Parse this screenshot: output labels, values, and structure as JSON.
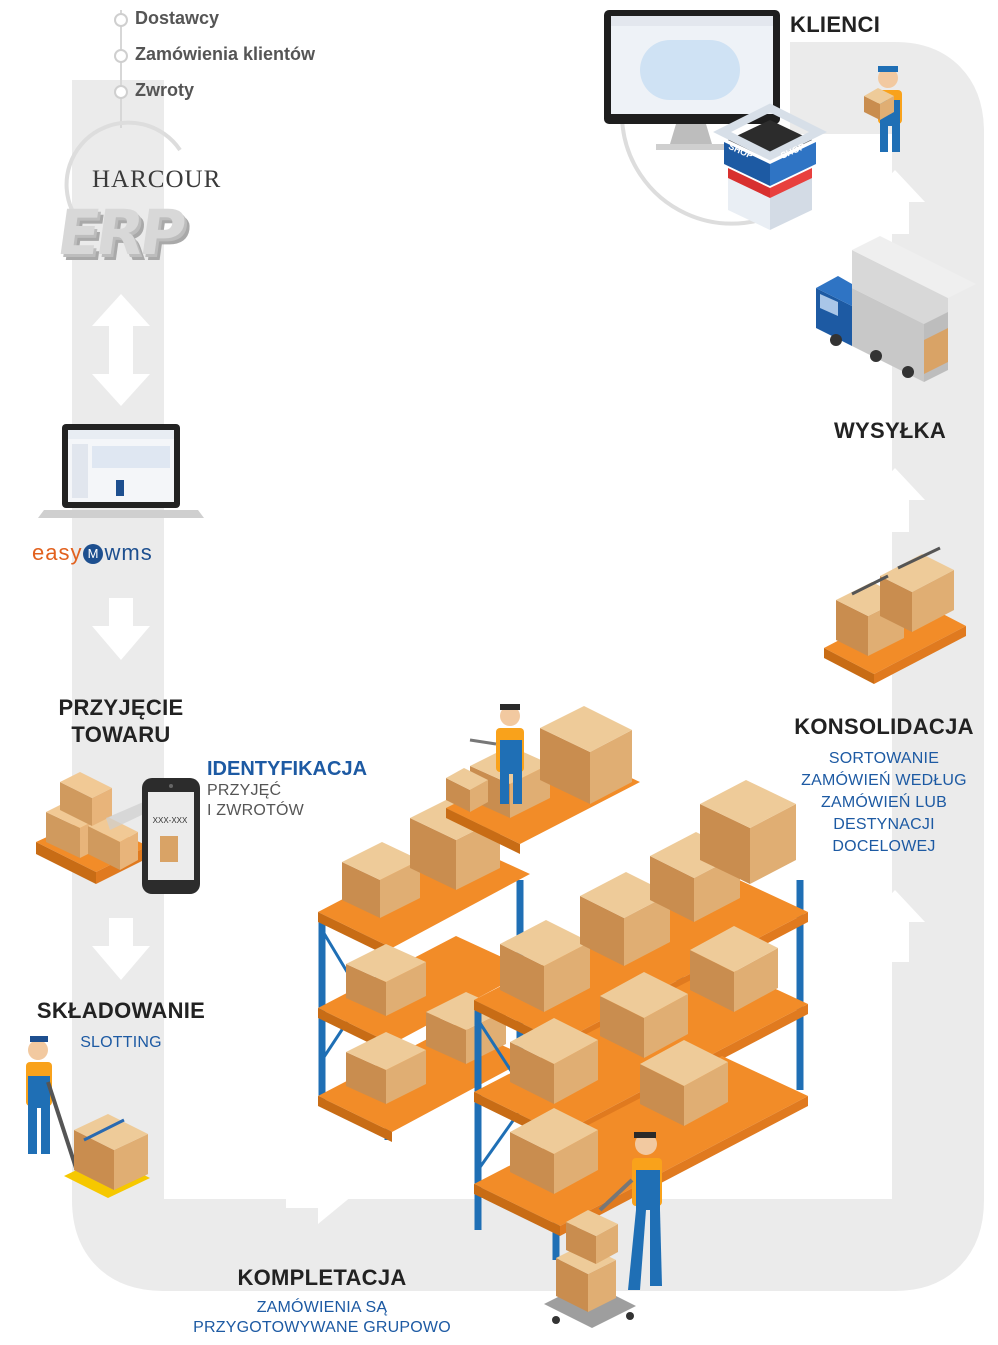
{
  "sources": [
    "Dostawcy",
    "Zamówienia klientów",
    "Zwroty"
  ],
  "erp": {
    "brand": "HARCOUR",
    "label": "ERP"
  },
  "wms_brand": {
    "part1": "easy",
    "mark": "M",
    "part2": "wms"
  },
  "stages": {
    "przyjecie": {
      "title_line1": "PRZYJĘCIE",
      "title_line2": "TOWARU"
    },
    "identyfikacja": {
      "title": "IDENTYFIKACJA",
      "line1": "PRZYJĘĆ",
      "line2": "I ZWROTÓW"
    },
    "tablet_code": "XXX-XXX",
    "skladowanie": {
      "title": "SKŁADOWANIE",
      "subtitle": "SLOTTING"
    },
    "kompletacja": {
      "title": "KOMPLETACJA",
      "line1": "ZAMÓWIENIA SĄ",
      "line2": "PRZYGOTOWYWANE GRUPOWO"
    },
    "konsolidacja": {
      "title": "KONSOLIDACJA",
      "lines": [
        "SORTOWANIE",
        "ZAMÓWIEŃ WEDŁUG",
        "ZAMÓWIEŃ LUB",
        "DESTYNACJI",
        "DOCELOWEJ"
      ]
    },
    "wysylka": {
      "title": "WYSYŁKA"
    },
    "klienci": {
      "title": "KLIENCI"
    }
  },
  "shop_signs": [
    "SHOP",
    "SHOP"
  ],
  "colors": {
    "track": "#ebebeb",
    "arrow": "#ffffff",
    "title": "#222222",
    "subtitle": "#1d5aa3",
    "rack_blue": "#1f6fb5",
    "shelf_orange": "#f28c28",
    "box": "#d9a366"
  }
}
